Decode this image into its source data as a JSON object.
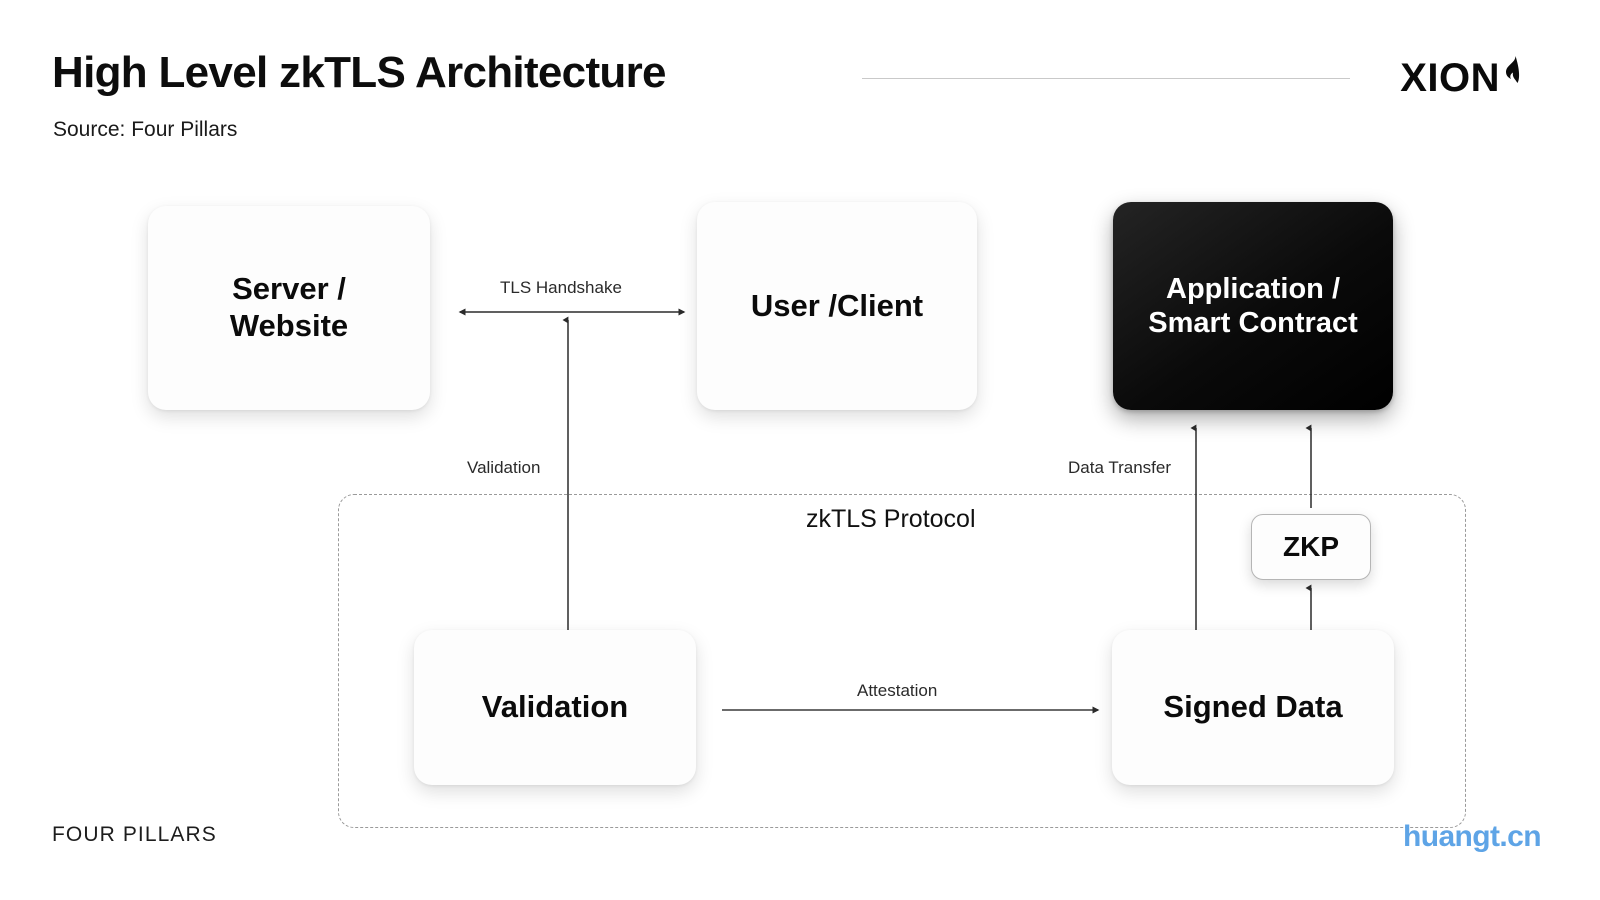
{
  "header": {
    "title": "High Level zkTLS Architecture",
    "source": "Source: Four Pillars",
    "brand": "XION"
  },
  "footer": {
    "brand": "FOUR PILLARS",
    "watermark": "huangt.cn"
  },
  "diagram": {
    "protocol_label": "zkTLS Protocol",
    "nodes": [
      {
        "id": "server",
        "label": "Server /\nWebsite"
      },
      {
        "id": "client",
        "label": "User /Client"
      },
      {
        "id": "application",
        "label": "Application /\nSmart Contract"
      },
      {
        "id": "validation",
        "label": "Validation"
      },
      {
        "id": "signed_data",
        "label": "Signed Data"
      },
      {
        "id": "zkp",
        "label": "ZKP"
      }
    ],
    "node_labels": {
      "server_line1": "Server /",
      "server_line2": "Website",
      "client": "User /Client",
      "application_line1": "Application /",
      "application_line2": "Smart Contract",
      "validation": "Validation",
      "signed_data": "Signed Data",
      "zkp": "ZKP"
    },
    "edges": [
      {
        "id": "tls",
        "label": "TLS Handshake",
        "from": "server",
        "to": "client",
        "direction": "bidirectional"
      },
      {
        "id": "validation",
        "label": "Validation",
        "from": "validation",
        "to": "tls",
        "direction": "up"
      },
      {
        "id": "attestation",
        "label": "Attestation",
        "from": "validation",
        "to": "signed_data",
        "direction": "right"
      },
      {
        "id": "transfer",
        "label": "Data Transfer",
        "from": "signed_data",
        "to": "application",
        "direction": "up"
      },
      {
        "id": "zkp_proof",
        "label": "",
        "from": "signed_data",
        "to": "zkp",
        "direction": "up"
      },
      {
        "id": "zkp_submit",
        "label": "",
        "from": "zkp",
        "to": "application",
        "direction": "up"
      }
    ],
    "edge_labels": {
      "tls": "TLS Handshake",
      "validation": "Validation",
      "data_transfer": "Data Transfer",
      "attestation": "Attestation"
    }
  },
  "colors": {
    "background": "#ffffff",
    "text": "#0d0d0d",
    "dark_node": "#0a0a0a",
    "dashed_border": "#9a9a9a",
    "connector": "#333333",
    "watermark": "#5ea4e6"
  }
}
